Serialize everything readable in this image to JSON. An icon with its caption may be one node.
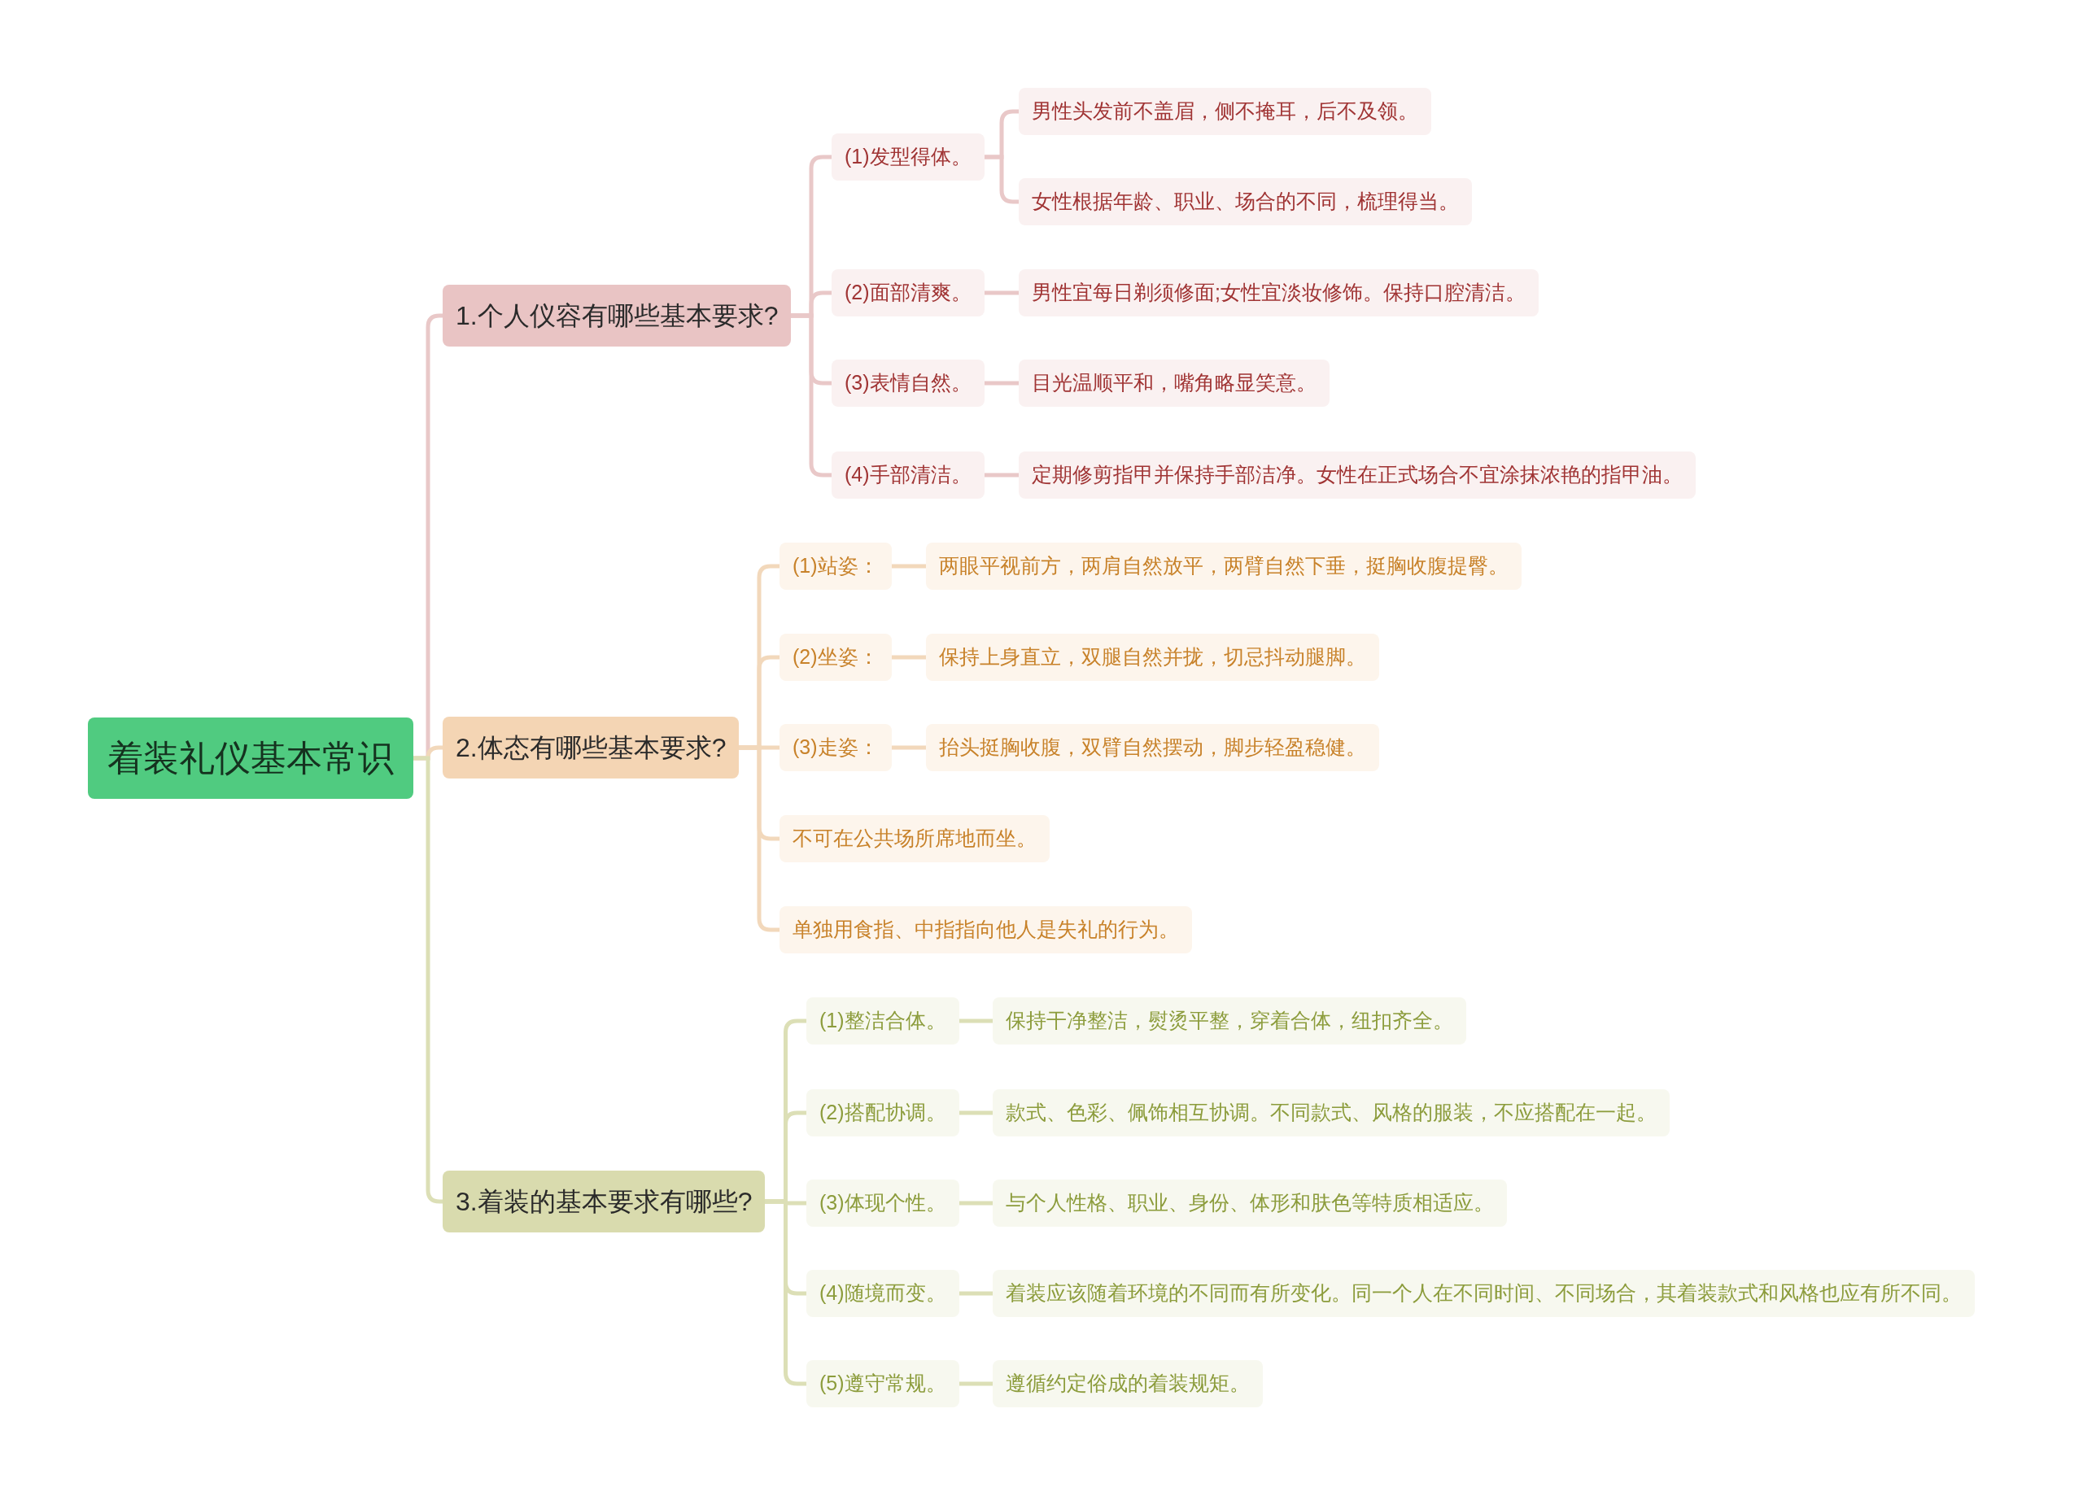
{
  "diagram": {
    "nodes": [
      {
        "text": [
          "着装礼仪基本常识"
        ]
      },
      {
        "text": [
          "1.个人仪容有哪些基本要求?"
        ]
      },
      {
        "text": [
          "(1)发型得体。"
        ]
      },
      {
        "text": [
          "男性头发前不盖眉，侧不掩耳，后不及领。"
        ]
      },
      {
        "text": [
          "女性根据年龄、职业、场合的不同，梳理得当。"
        ]
      },
      {
        "text": [
          "(2)面部清爽。"
        ]
      },
      {
        "text": [
          "男性宜每日剃须修面;女性宜淡妆修饰。保持口腔清洁。"
        ]
      },
      {
        "text": [
          "(3)表情自然。"
        ]
      },
      {
        "text": [
          "目光温顺平和，嘴角略显笑意。"
        ]
      },
      {
        "text": [
          "(4)手部清洁。"
        ]
      },
      {
        "text": [
          "定期修剪指甲并保持手部洁净。女性在正式场合不宜涂抹浓艳的指甲油。"
        ]
      },
      {
        "text": [
          "2.体态有哪些基本要求?"
        ]
      },
      {
        "text": [
          "(1)站姿："
        ]
      },
      {
        "text": [
          "两眼平视前方，两肩自然放平，两臂自然下垂，挺胸收腹提臀。"
        ]
      },
      {
        "text": [
          "(2)坐姿："
        ]
      },
      {
        "text": [
          "保持上身直立，双腿自然并拢，切忌抖动腿脚。"
        ]
      },
      {
        "text": [
          "(3)走姿："
        ]
      },
      {
        "text": [
          "抬头挺胸收腹，双臂自然摆动，脚步轻盈稳健。"
        ]
      },
      {
        "text": [
          "不可在公共场所席地而坐。"
        ]
      },
      {
        "text": [
          "单独用食指、中指指向他人是失礼的行为。"
        ]
      },
      {
        "text": [
          "3.着装的基本要求有哪些?"
        ]
      },
      {
        "text": [
          "(1)整洁合体。"
        ]
      },
      {
        "text": [
          "保持干净整洁，熨烫平整，穿着合体，纽扣齐全。"
        ]
      },
      {
        "text": [
          "(2)搭配协调。"
        ]
      },
      {
        "text": [
          "款式、色彩、佩饰相互协调。不同款式、风格的服装，不应搭配在一起。"
        ]
      },
      {
        "text": [
          "(3)体现个性。"
        ]
      },
      {
        "text": [
          "与个人性格、职业、身份、体形和肤色等特质相适应。"
        ]
      },
      {
        "text": [
          "(4)随境而变。"
        ]
      },
      {
        "text": [
          "着装应该随着环境的不同而有所变化。同一个人在不同时间、不同场合，其着装款式和风格也应有所不同。"
        ]
      },
      {
        "text": [
          "(5)遵守常规。"
        ]
      },
      {
        "text": [
          "遵循约定俗成的着装规矩。"
        ]
      }
    ],
    "edges": [
      {
        "from": 0,
        "to": 1,
        "arrow": "none"
      },
      {
        "from": 1,
        "to": 2,
        "arrow": "none"
      },
      {
        "from": 2,
        "to": 3,
        "arrow": "none"
      },
      {
        "from": 2,
        "to": 4,
        "arrow": "none"
      },
      {
        "from": 1,
        "to": 5,
        "arrow": "none"
      },
      {
        "from": 5,
        "to": 6,
        "arrow": "none"
      },
      {
        "from": 1,
        "to": 7,
        "arrow": "none"
      },
      {
        "from": 7,
        "to": 8,
        "arrow": "none"
      },
      {
        "from": 1,
        "to": 9,
        "arrow": "none"
      },
      {
        "from": 9,
        "to": 10,
        "arrow": "none"
      },
      {
        "from": 0,
        "to": 11,
        "arrow": "none"
      },
      {
        "from": 11,
        "to": 12,
        "arrow": "none"
      },
      {
        "from": 12,
        "to": 13,
        "arrow": "none"
      },
      {
        "from": 11,
        "to": 14,
        "arrow": "none"
      },
      {
        "from": 14,
        "to": 15,
        "arrow": "none"
      },
      {
        "from": 11,
        "to": 16,
        "arrow": "none"
      },
      {
        "from": 16,
        "to": 17,
        "arrow": "none"
      },
      {
        "from": 11,
        "to": 18,
        "arrow": "none"
      },
      {
        "from": 11,
        "to": 19,
        "arrow": "none"
      },
      {
        "from": 0,
        "to": 20,
        "arrow": "none"
      },
      {
        "from": 20,
        "to": 21,
        "arrow": "none"
      },
      {
        "from": 21,
        "to": 22,
        "arrow": "none"
      },
      {
        "from": 20,
        "to": 23,
        "arrow": "none"
      },
      {
        "from": 23,
        "to": 24,
        "arrow": "none"
      },
      {
        "from": 20,
        "to": 25,
        "arrow": "none"
      },
      {
        "from": 25,
        "to": 26,
        "arrow": "none"
      },
      {
        "from": 20,
        "to": 27,
        "arrow": "none"
      },
      {
        "from": 27,
        "to": 28,
        "arrow": "none"
      },
      {
        "from": 20,
        "to": 29,
        "arrow": "none"
      },
      {
        "from": 29,
        "to": 30,
        "arrow": "none"
      }
    ]
  }
}
